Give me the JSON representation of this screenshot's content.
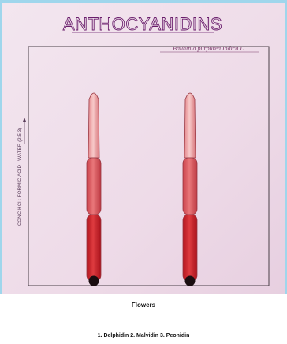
{
  "photo": {
    "heading": "ANTHOCYANIDINS",
    "sublabel": "Bauhinia purpurea Indica L.",
    "axis_label": "CONC HCl : FORMIC ACID : WATER (2:5:3)",
    "lane_count": 2,
    "band_color": "#c8202a",
    "paper_color": "#f1e1ec",
    "heading_color": "#6a1e6c"
  },
  "caption": {
    "title": "Flowers",
    "compounds": "1. Delphidin  2. Malvidin  3. Peonidin"
  }
}
